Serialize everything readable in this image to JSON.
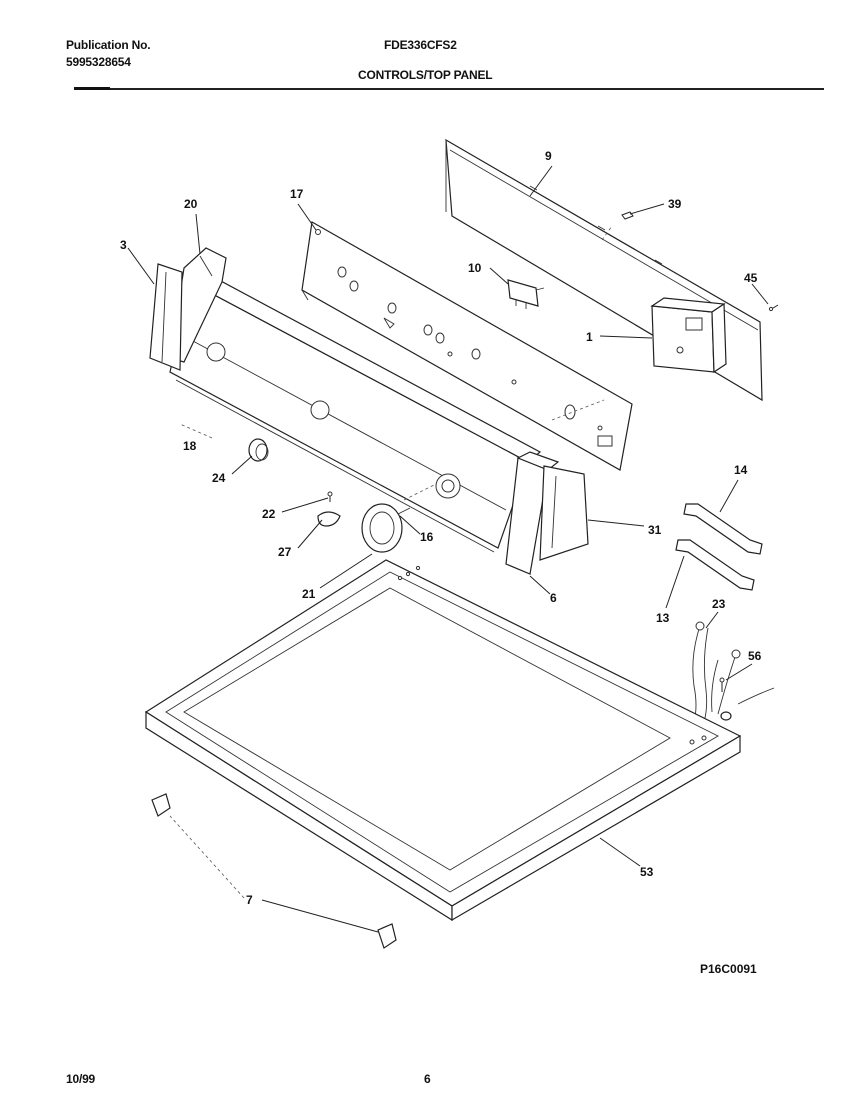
{
  "header": {
    "publication_label": "Publication No.",
    "publication_number": "5995328654",
    "model": "FDE336CFS2",
    "section": "CONTROLS/TOP PANEL"
  },
  "footer": {
    "date": "10/99",
    "page": "6"
  },
  "diagram": {
    "drawing_code": "P16C0091",
    "callouts": [
      "1",
      "3",
      "6",
      "7",
      "9",
      "10",
      "13",
      "14",
      "16",
      "17",
      "18",
      "20",
      "21",
      "22",
      "23",
      "24",
      "27",
      "31",
      "39",
      "45",
      "53",
      "56"
    ]
  }
}
